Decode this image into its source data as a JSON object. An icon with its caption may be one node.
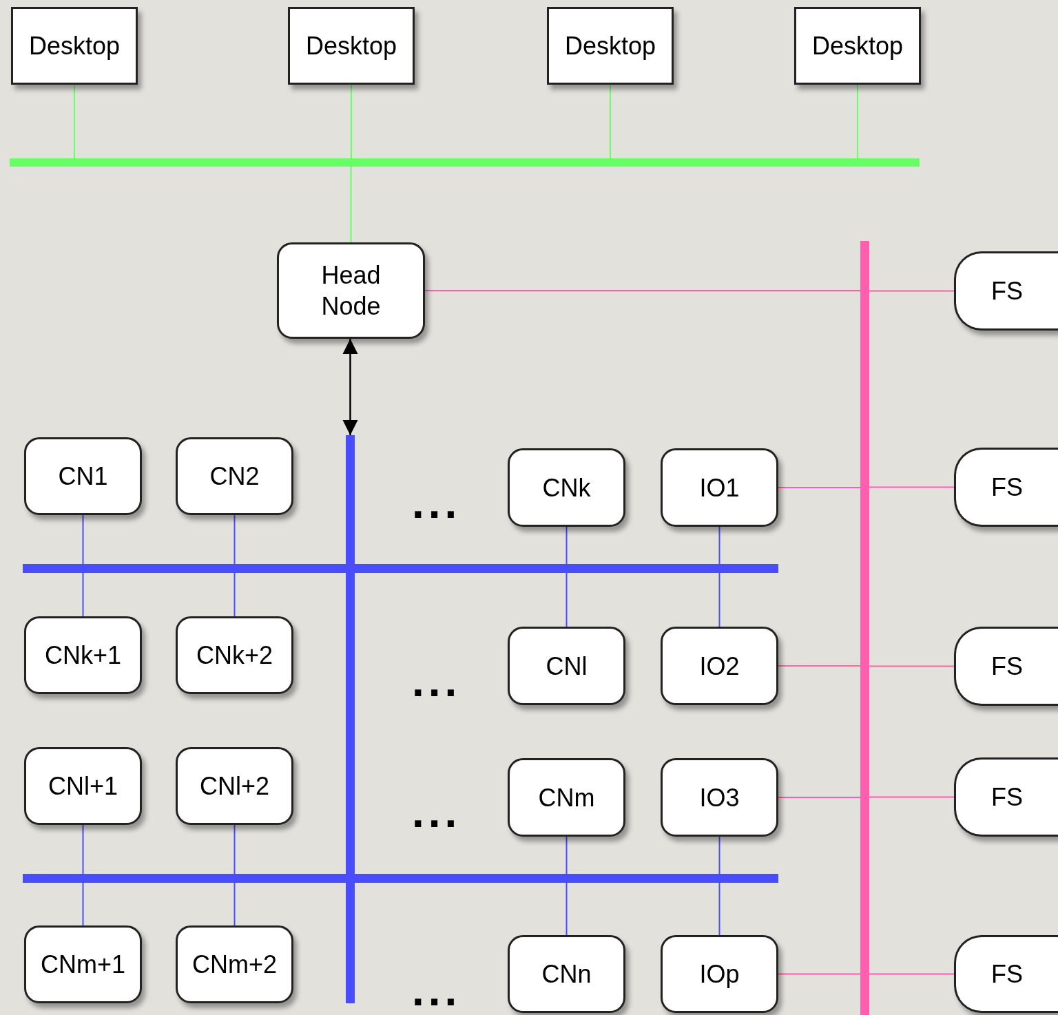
{
  "diagram": {
    "nodes": [
      {
        "text": [
          "Desktop"
        ]
      },
      {
        "text": [
          "Desktop"
        ]
      },
      {
        "text": [
          "Desktop"
        ]
      },
      {
        "text": [
          "Desktop"
        ]
      },
      {
        "text": [],
        "shape": "bar"
      },
      {
        "text": [
          "Head Node"
        ]
      },
      {
        "text": [],
        "shape": "bar"
      },
      {
        "text": [
          "FS"
        ]
      },
      {
        "text": [],
        "shape": "bar"
      },
      {
        "text": [
          "CN1"
        ]
      },
      {
        "text": [
          "CN2"
        ]
      },
      {
        "text": [
          "CNk"
        ]
      },
      {
        "text": [
          "IO1"
        ]
      },
      {
        "text": [
          "FS"
        ]
      },
      {
        "text": [],
        "shape": "bar"
      },
      {
        "text": [
          "CNk+1"
        ]
      },
      {
        "text": [
          "CNk+2"
        ]
      },
      {
        "text": [
          "CNl"
        ]
      },
      {
        "text": [
          "IO2"
        ]
      },
      {
        "text": [
          "FS"
        ]
      },
      {
        "text": [
          "CNl+1"
        ]
      },
      {
        "text": [
          "CNl+2"
        ]
      },
      {
        "text": [
          "CNm"
        ]
      },
      {
        "text": [
          "IO3"
        ]
      },
      {
        "text": [
          "FS"
        ]
      },
      {
        "text": [],
        "shape": "bar"
      },
      {
        "text": [
          "CNm+1"
        ]
      },
      {
        "text": [
          "CNm+2"
        ]
      },
      {
        "text": [
          "CNn"
        ]
      },
      {
        "text": [
          "IOp"
        ]
      },
      {
        "text": [
          "FS"
        ]
      }
    ],
    "edges": [
      {
        "from": 0,
        "to": 4,
        "arrow": "none",
        "color": "#66ff66"
      },
      {
        "from": 1,
        "to": 4,
        "arrow": "none",
        "color": "#66ff66"
      },
      {
        "from": 2,
        "to": 4,
        "arrow": "none",
        "color": "#66ff66"
      },
      {
        "from": 3,
        "to": 4,
        "arrow": "none",
        "color": "#66ff66"
      },
      {
        "from": 4,
        "to": 5,
        "arrow": "none",
        "color": "#66ff66"
      },
      {
        "from": 5,
        "to": 6,
        "arrow": "none",
        "color": "#ff5fae"
      },
      {
        "from": 6,
        "to": 7,
        "arrow": "none",
        "color": "#ff5fae"
      },
      {
        "from": 5,
        "to": 8,
        "arrow": "both",
        "color": "#000000"
      },
      {
        "from": 9,
        "to": 14,
        "arrow": "none"
      },
      {
        "from": 10,
        "to": 14,
        "arrow": "none"
      },
      {
        "from": 11,
        "to": 14,
        "arrow": "none"
      },
      {
        "from": 12,
        "to": 14,
        "arrow": "none"
      },
      {
        "from": 14,
        "to": 15,
        "arrow": "none"
      },
      {
        "from": 14,
        "to": 16,
        "arrow": "none"
      },
      {
        "from": 14,
        "to": 17,
        "arrow": "none"
      },
      {
        "from": 14,
        "to": 18,
        "arrow": "none"
      },
      {
        "from": 20,
        "to": 25,
        "arrow": "none"
      },
      {
        "from": 21,
        "to": 25,
        "arrow": "none"
      },
      {
        "from": 22,
        "to": 25,
        "arrow": "none"
      },
      {
        "from": 23,
        "to": 25,
        "arrow": "none"
      },
      {
        "from": 25,
        "to": 26,
        "arrow": "none"
      },
      {
        "from": 25,
        "to": 27,
        "arrow": "none"
      },
      {
        "from": 25,
        "to": 28,
        "arrow": "none"
      },
      {
        "from": 25,
        "to": 29,
        "arrow": "none"
      },
      {
        "from": 12,
        "to": 6,
        "arrow": "none",
        "color": "#ff5fae"
      },
      {
        "from": 6,
        "to": 13,
        "arrow": "none",
        "color": "#ff5fae"
      },
      {
        "from": 18,
        "to": 6,
        "arrow": "none",
        "color": "#ff5fae"
      },
      {
        "from": 6,
        "to": 19,
        "arrow": "none",
        "color": "#ff5fae"
      },
      {
        "from": 23,
        "to": 6,
        "arrow": "none",
        "color": "#ff5fae"
      },
      {
        "from": 6,
        "to": 24,
        "arrow": "none",
        "color": "#ff5fae"
      },
      {
        "from": 29,
        "to": 6,
        "arrow": "none",
        "color": "#ff5fae"
      },
      {
        "from": 6,
        "to": 30,
        "arrow": "none",
        "color": "#ff5fae"
      }
    ],
    "labels": [
      "...",
      "...",
      "...",
      "..."
    ]
  }
}
